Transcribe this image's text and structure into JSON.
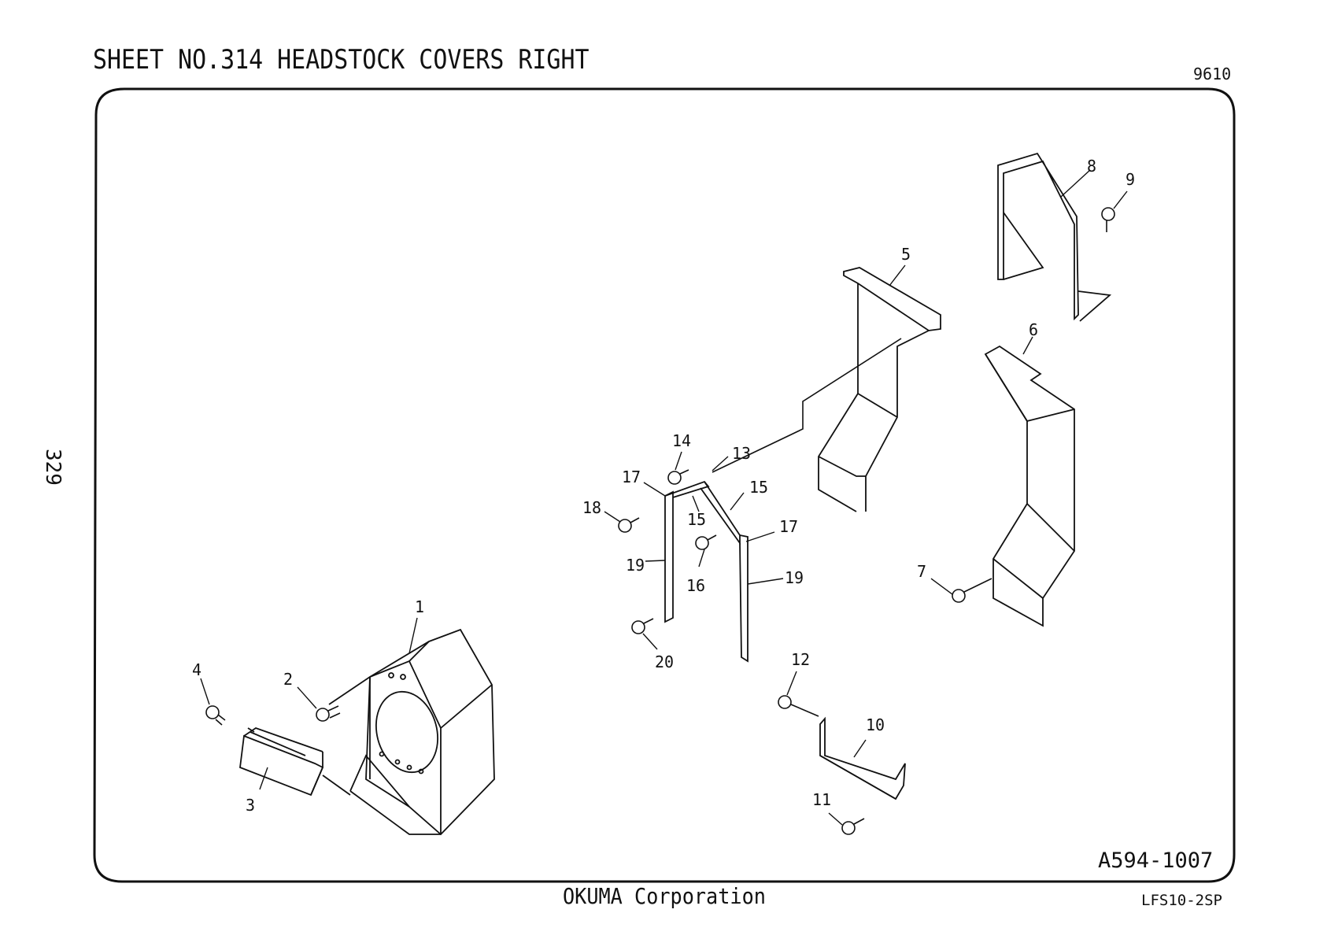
{
  "sheet_title": "SHEET NO.314  HEADSTOCK COVERS RIGHT",
  "revision": "9610",
  "page_number": "329",
  "drawing_number": "A594-1007",
  "company": "OKUMA Corporation",
  "model": "LFS10-2SP",
  "callouts": {
    "c1": "1",
    "c2": "2",
    "c3": "3",
    "c4": "4",
    "c5": "5",
    "c6": "6",
    "c7": "7",
    "c8": "8",
    "c9": "9",
    "c10": "10",
    "c11": "11",
    "c12": "12",
    "c13": "13",
    "c14": "14",
    "c15a": "15",
    "c15b": "15",
    "c16": "16",
    "c17a": "17",
    "c17b": "17",
    "c18": "18",
    "c19a": "19",
    "c19b": "19",
    "c20": "20"
  }
}
